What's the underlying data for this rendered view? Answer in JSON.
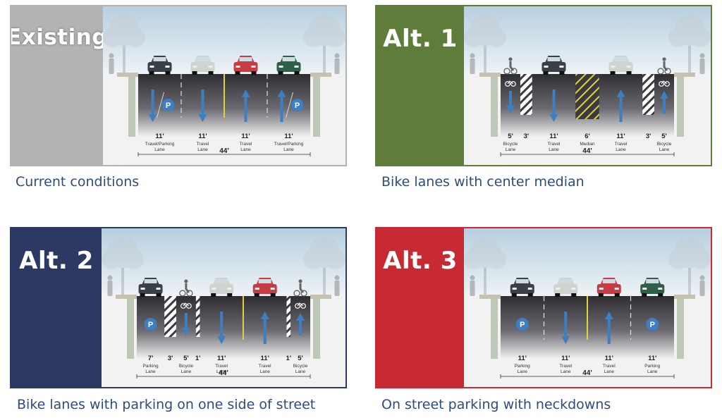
{
  "total_width": "44'",
  "colors": {
    "existing": "#b3b3b3",
    "alt1": "#5f7d3a",
    "alt2": "#2c3a63",
    "alt3": "#c72a32",
    "arrow": "#3d7fc2",
    "median_stripe": "#e3d23a",
    "caption_text": "#2f4c7a"
  },
  "panels": [
    {
      "id": "existing",
      "tab": "Existing",
      "caption": "Current conditions",
      "lanes": [
        {
          "width": "11'",
          "label": [
            "Travel/Parking",
            "Lane"
          ],
          "type": "travel-parking",
          "direction": "down"
        },
        {
          "width": "11'",
          "label": [
            "Travel",
            "Lane"
          ],
          "type": "travel",
          "direction": "down"
        },
        {
          "width": "11'",
          "label": [
            "Travel",
            "Lane"
          ],
          "type": "travel",
          "direction": "up"
        },
        {
          "width": "11'",
          "label": [
            "Travel/Parking",
            "Lane"
          ],
          "type": "travel-parking",
          "direction": "up"
        }
      ]
    },
    {
      "id": "alt1",
      "tab": "Alt. 1",
      "caption": "Bike lanes with center median",
      "lanes": [
        {
          "width": "5'",
          "label": [
            "Bicycle",
            "Lane"
          ],
          "type": "bicycle",
          "direction": "down"
        },
        {
          "width": "3'",
          "label": [],
          "type": "buffer"
        },
        {
          "width": "11'",
          "label": [
            "Travel",
            "Lane"
          ],
          "type": "travel",
          "direction": "down"
        },
        {
          "width": "6'",
          "label": [
            "Median"
          ],
          "type": "median"
        },
        {
          "width": "11'",
          "label": [
            "Travel",
            "Lane"
          ],
          "type": "travel",
          "direction": "up"
        },
        {
          "width": "3'",
          "label": [],
          "type": "buffer"
        },
        {
          "width": "5'",
          "label": [
            "Bicycle",
            "Lane"
          ],
          "type": "bicycle",
          "direction": "up"
        }
      ]
    },
    {
      "id": "alt2",
      "tab": "Alt. 2",
      "caption": "Bike lanes with parking on one side of street",
      "lanes": [
        {
          "width": "7'",
          "label": [
            "Parking",
            "Lane"
          ],
          "type": "parking"
        },
        {
          "width": "3'",
          "label": [],
          "type": "buffer"
        },
        {
          "width": "5'",
          "label": [
            "Bicycle",
            "Lane"
          ],
          "type": "bicycle",
          "direction": "down"
        },
        {
          "width": "1'",
          "label": [],
          "type": "buffer"
        },
        {
          "width": "11'",
          "label": [
            "Travel",
            "Lane"
          ],
          "type": "travel",
          "direction": "down"
        },
        {
          "width": "11'",
          "label": [
            "Travel",
            "Lane"
          ],
          "type": "travel",
          "direction": "up"
        },
        {
          "width": "1'",
          "label": [],
          "type": "buffer"
        },
        {
          "width": "5'",
          "label": [
            "Bicycle",
            "Lane"
          ],
          "type": "bicycle",
          "direction": "up"
        }
      ]
    },
    {
      "id": "alt3",
      "tab": "Alt. 3",
      "caption": "On street parking with neckdowns",
      "lanes": [
        {
          "width": "11'",
          "label": [
            "Parking",
            "Lane"
          ],
          "type": "parking"
        },
        {
          "width": "11'",
          "label": [
            "Travel",
            "Lane"
          ],
          "type": "travel",
          "direction": "down"
        },
        {
          "width": "11'",
          "label": [
            "Travel",
            "Lane"
          ],
          "type": "travel",
          "direction": "up"
        },
        {
          "width": "11'",
          "label": [
            "Parking",
            "Lane"
          ],
          "type": "parking"
        }
      ]
    }
  ]
}
